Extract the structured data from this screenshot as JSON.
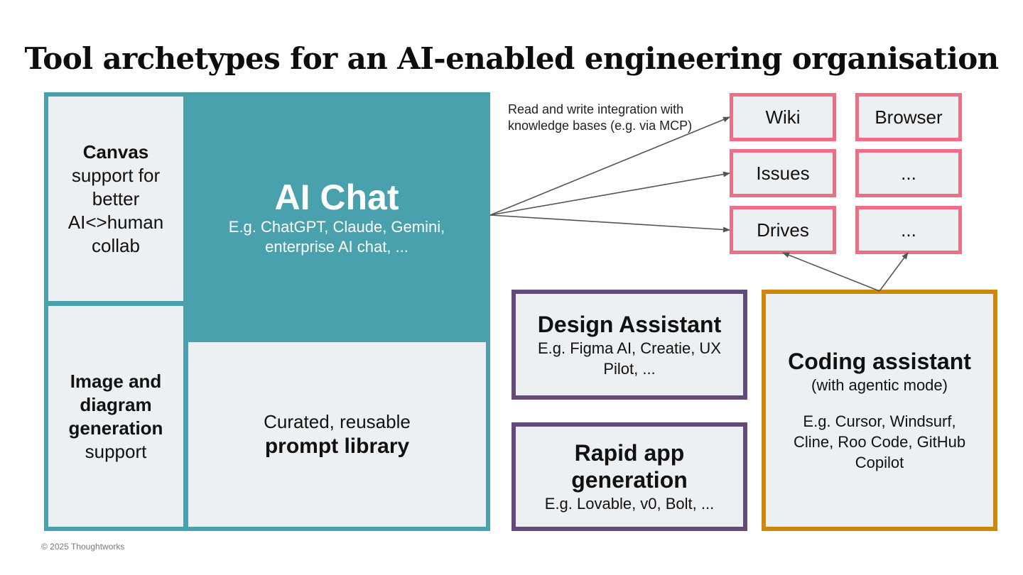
{
  "title": "Tool archetypes for an AI-enabled engineering organisation",
  "colors": {
    "teal": "#48a1ac",
    "panel_bg": "#edf0f3",
    "knowledge_border": "#ec6f86",
    "purple_border": "#634a79",
    "orange_border": "#d0880c",
    "arrow": "#555555"
  },
  "ai_chat": {
    "title": "AI Chat",
    "subtitle": "E.g. ChatGPT, Claude, Gemini, enterprise AI chat, ..."
  },
  "canvas_panel": {
    "bold": "Canvas",
    "rest": "support for better AI<>human collab"
  },
  "image_panel": {
    "bold": "Image and diagram generation",
    "rest": "support"
  },
  "prompt_panel": {
    "line1": "Curated, reusable",
    "line2": "prompt library"
  },
  "integration_note": "Read and write integration with knowledge bases (e.g. via MCP)",
  "knowledge_bases": {
    "wiki": "Wiki",
    "browser": "Browser",
    "issues": "Issues",
    "more1": "...",
    "drives": "Drives",
    "more2": "..."
  },
  "design_assistant": {
    "title": "Design Assistant",
    "examples": "E.g. Figma AI, Creatie, UX Pilot, ..."
  },
  "rapid_app": {
    "title": "Rapid app generation",
    "examples": "E.g. Lovable, v0, Bolt, ..."
  },
  "coding_assistant": {
    "title": "Coding assistant",
    "mode": "(with agentic mode)",
    "examples": "E.g. Cursor, Windsurf, Cline, Roo Code, GitHub Copilot"
  },
  "footer": "© 2025 Thoughtworks"
}
